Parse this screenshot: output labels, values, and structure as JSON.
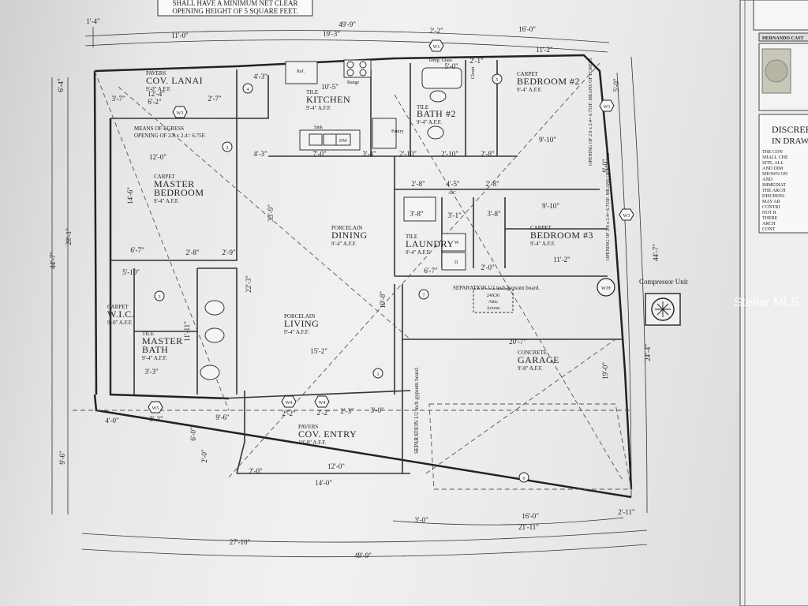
{
  "header_note": {
    "line1": "SHALL HAVE A MINIMUM NET CLEAR",
    "line2": "OPENING HEIGHT OF 5 SQUARE FEET."
  },
  "title_block": {
    "company": "HERNANDO CAST",
    "discrepancy_title": "DISCREPA",
    "discrepancy_sub": "IN DRAW",
    "discrepancy_lines": [
      "THE CON",
      "SHALL CHE",
      "SITE, ALL",
      "AND DIM",
      "SHOWN ON",
      "AND",
      "IMMEDIAT",
      "THE ARCH",
      "DISCREPA",
      "MAY AR",
      "CONTRI",
      "NOT R",
      "THERE",
      "ARCH",
      "CONT"
    ]
  },
  "rooms": {
    "lanai": {
      "material": "PAVERS",
      "name": "COV. LANAI",
      "height": "9'-0\" A.F.F."
    },
    "kitchen": {
      "material": "TILE",
      "name": "KITCHEN",
      "height": "9'-4\" A.F.F."
    },
    "bath2": {
      "material": "TILE",
      "name": "BATH #2",
      "height": "9'-4\" A.F.F."
    },
    "bedroom2": {
      "material": "CARPET",
      "name": "BEDROOM #2",
      "height": "9'-4\" A.F.F."
    },
    "master_bedroom": {
      "material": "CARPET",
      "name": "MASTER",
      "name2": "BEDROOM",
      "height": "9'-4\" A.F.F."
    },
    "dining": {
      "material": "PORCELAIN",
      "name": "DINING",
      "height": "9'-4\" A.F.F."
    },
    "laundry": {
      "material": "TILE",
      "name": "LAUNDRY",
      "height": "9'-4\" A.F.F."
    },
    "bedroom3": {
      "material": "CARPET",
      "name": "BEDROOM #3",
      "height": "9'-4\" A.F.F."
    },
    "wic": {
      "material": "CARPET",
      "name": "W.I.C.",
      "height": "9'-0\" A.F.F."
    },
    "living": {
      "material": "PORCELAIN",
      "name": "LIVING",
      "height": "9'-4\" A.F.F."
    },
    "master_bath": {
      "material": "TILE",
      "name": "MASTER",
      "name2": "BATH",
      "height": "9'-4\" A.F.F."
    },
    "garage": {
      "material": "CONCRETE",
      "name": "GARAGE",
      "height": "9'-8\" A.F.F."
    },
    "entry": {
      "material": "PAVERS",
      "name": "COV. ENTRY",
      "height": "10'-8\" A.F.F."
    }
  },
  "labels": {
    "ref": "Ref.",
    "range": "Range",
    "sink": "Sink",
    "dw": "DW",
    "pantry": "Pantry",
    "closet": "Closet",
    "temp_glass": "Temp. Glass",
    "egress_master_1": "MEANS OF EGRESS",
    "egress_master_2": "OPENING OF 2.8 x 2.4= 6.75F.",
    "egress_b2": "OPENING OF 2.8 x 2.4= 6.75SF. MEANS OF EGRESS",
    "egress_b3": "OPENING OF 2.8 x 2.4= 6.75SF. MEANS OF EGRESS",
    "separation_h": "SEPARATION 1/2 inch gypsum board.",
    "separation_v": "SEPARATION 1/2 inch gypsum board.",
    "attic_1": "24X36",
    "attic_2": "Attic",
    "attic_3": "Access",
    "compressor": "Compressor Unit",
    "wh": "W/H",
    "ac": "A/C",
    "w": "W",
    "d": "D",
    "watermark": "Stellar MLS"
  },
  "windows": [
    "W1",
    "W3",
    "W4",
    "W4",
    "W5",
    "W3",
    "W3"
  ],
  "door_tags": [
    "1",
    "2",
    "3",
    "4",
    "5",
    "6",
    "7"
  ],
  "dimensions": {
    "top_overall": "49'-9\"",
    "top_a": "1'-4\"",
    "top_b": "11'-0\"",
    "top_c": "19'-3\"",
    "top_d": "2'-2\"",
    "top_e": "16'-0\"",
    "top_f": "11'-2\"",
    "top_g": "5'-0\"",
    "top_h": "2'-1\"",
    "left_a": "6'-4\"",
    "left_b": "44'-7\"",
    "left_c": "28'-1\"",
    "left_d": "14'-6\"",
    "left_e": "9'-6\"",
    "right_a": "44'-7\"",
    "right_b": "24'-4\"",
    "right_c": "19'-0\"",
    "right_d": "9'-0\"",
    "right_e": "5'-0\"",
    "lanai_a": "12'-4\"",
    "lanai_b": "3'-7\"",
    "lanai_c": "6'-2\"",
    "lanai_d": "2'-7\"",
    "lanai_e": "12'-0\"",
    "k_a": "4'-3\"",
    "k_b": "10'-5\"",
    "k_c": "7'-0\"",
    "k_d": "4'-3\"",
    "k_e": "3'-4\"",
    "b2_a": "9'-10\"",
    "b2_b": "2'-10\"",
    "b2_c": "2'-10\"",
    "b2_d": "2'-8\"",
    "mid_a": "33'-9\"",
    "mid_b": "22'-3\"",
    "mid_c": "19'-8\"",
    "l_a": "2'-8\"",
    "l_b": "4'-5\"",
    "l_c": "2'-8\"",
    "l_d": "3'-8\"",
    "l_e": "3'-1\"",
    "l_f": "3'-8\"",
    "l_g": "6'-7\"",
    "l_h": "2'-0\"",
    "b3_a": "9'-10\"",
    "b3_b": "11'-2\"",
    "mb_a": "6'-7\"",
    "mb_b": "2'-8\"",
    "mb_c": "2'-9\"",
    "mb_d": "5'-10\"",
    "mb_e": "11'-11\"",
    "mb_f": "3'-3\"",
    "living_w": "15'-2\"",
    "garage_w": "20'-7\"",
    "w_a": "2'-2\"",
    "w_b": "2'-2\"",
    "w_c": "2'-3\"",
    "w_d": "3'-0\"",
    "e_a": "4'-0\"",
    "e_b": "3'-2\"",
    "e_c": "9'-6\"",
    "e_d": "6'-0\"",
    "e_e": "2'-0\"",
    "e_f": "2'-0\"",
    "e_g": "12'-0\"",
    "e_h": "14'-0\"",
    "bot_a": "3'-0\"",
    "bot_b": "16'-0\"",
    "bot_c": "2'-11\"",
    "bot_d": "21'-11\"",
    "bot_e": "27'-10\"",
    "bot_overall": "49'-9\""
  }
}
